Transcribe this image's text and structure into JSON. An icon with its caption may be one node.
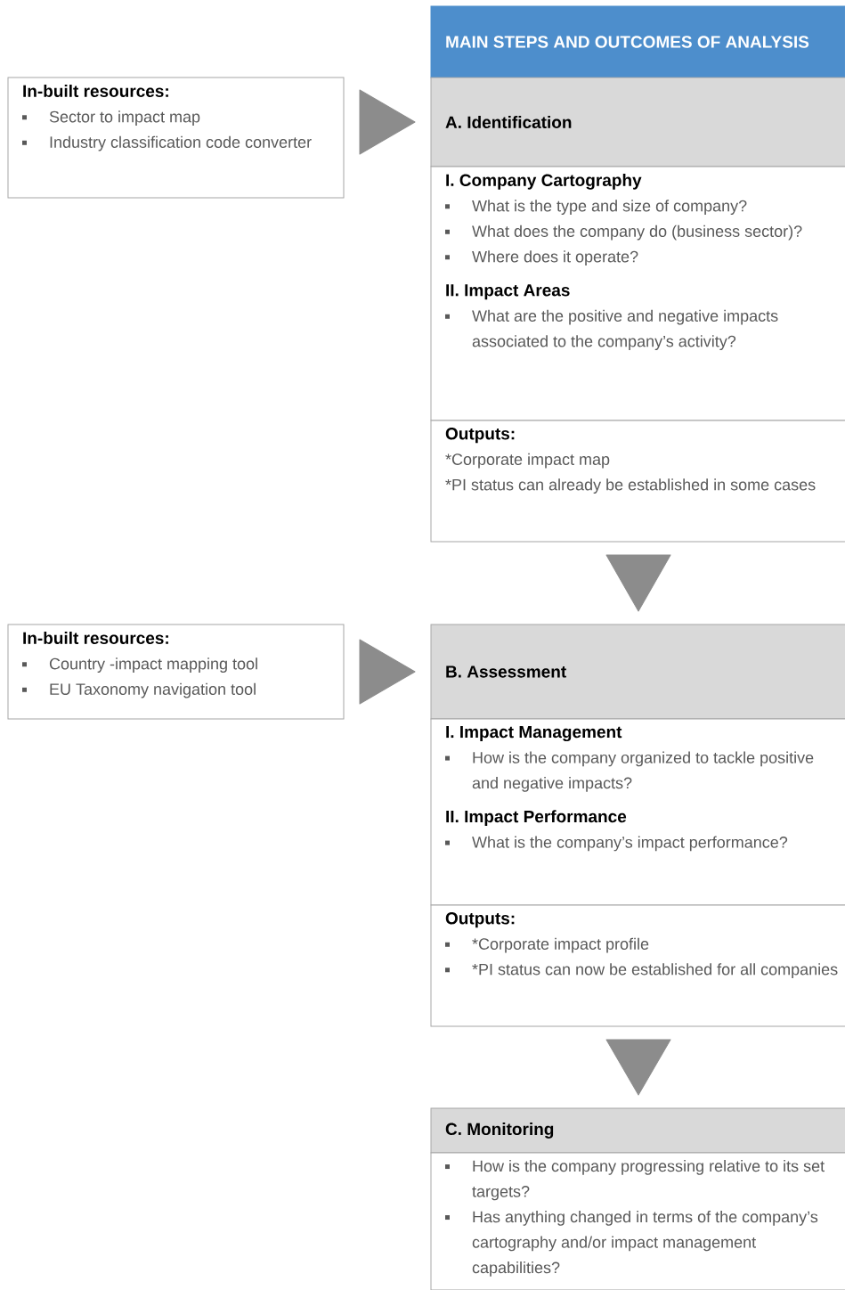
{
  "diagram": {
    "nodes": [
      {
        "text": [
          "MAIN STEPS AND OUTCOMES OF ANALYSIS"
        ]
      },
      {
        "text": [
          "A. Identification"
        ]
      },
      {
        "text": [
          "I. Company Cartography",
          "What is the type and size of company?",
          "What does the company do (business sector)?",
          "Where does it operate?",
          "II. Impact Areas",
          "What are the positive and negative impacts associated to the company’s activity?"
        ]
      },
      {
        "text": [
          "Outputs:",
          "*Corporate impact map",
          "*PI status can already be established in some cases"
        ]
      },
      {
        "text": [
          "In-built resources:",
          "Sector to impact map",
          "Industry classification code converter"
        ]
      },
      {
        "text": [
          "B. Assessment"
        ]
      },
      {
        "text": [
          "I. Impact Management",
          "How is the company organized to tackle positive and negative impacts?",
          "II. Impact Performance",
          "What is the company’s impact performance?"
        ]
      },
      {
        "text": [
          "Outputs:",
          "*Corporate impact profile",
          "*PI status can now be established for all companies"
        ]
      },
      {
        "text": [
          "In-built resources:",
          "Country -impact mapping tool",
          "EU Taxonomy navigation tool"
        ]
      },
      {
        "text": [
          "C. Monitoring"
        ]
      },
      {
        "text": [
          "How is the company progressing relative to its set targets?",
          "Has anything changed in terms of the company’s cartography and/or impact management capabilities?"
        ]
      }
    ],
    "edges": [
      {
        "from": 4,
        "to": 1,
        "arrow": "to"
      },
      {
        "from": 3,
        "to": 5,
        "arrow": "to"
      },
      {
        "from": 8,
        "to": 5,
        "arrow": "to"
      },
      {
        "from": 7,
        "to": 9,
        "arrow": "to"
      }
    ]
  }
}
